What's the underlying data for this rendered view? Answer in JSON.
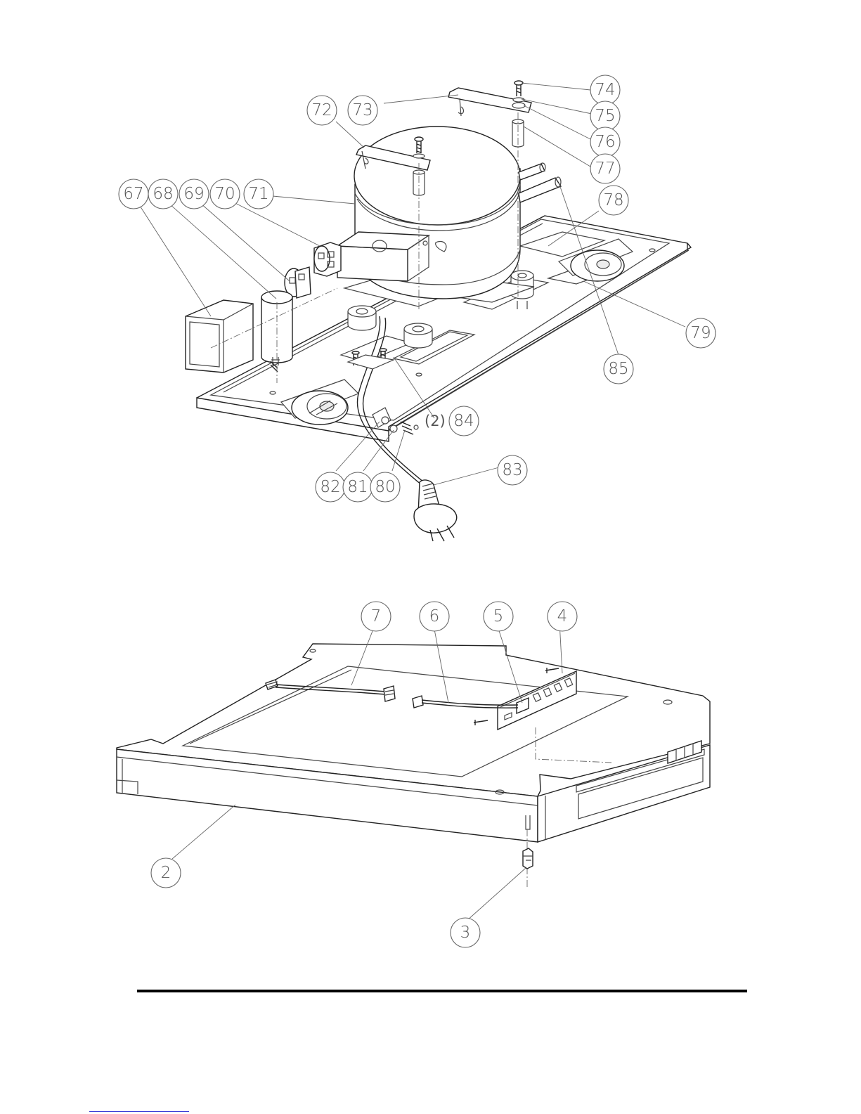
{
  "upper_assembly": {
    "balloons": [
      {
        "id": "b67",
        "label": "67"
      },
      {
        "id": "b68",
        "label": "68"
      },
      {
        "id": "b69",
        "label": "69"
      },
      {
        "id": "b70",
        "label": "70"
      },
      {
        "id": "b71",
        "label": "71"
      },
      {
        "id": "b72",
        "label": "72"
      },
      {
        "id": "b73",
        "label": "73"
      },
      {
        "id": "b74",
        "label": "74"
      },
      {
        "id": "b75",
        "label": "75"
      },
      {
        "id": "b76",
        "label": "76"
      },
      {
        "id": "b77",
        "label": "77"
      },
      {
        "id": "b78",
        "label": "78"
      },
      {
        "id": "b79",
        "label": "79"
      },
      {
        "id": "b85",
        "label": "85"
      },
      {
        "id": "b84",
        "label": "84"
      },
      {
        "id": "b83",
        "label": "83"
      },
      {
        "id": "b82",
        "label": "82"
      },
      {
        "id": "b81",
        "label": "81"
      },
      {
        "id": "b80",
        "label": "80"
      }
    ],
    "qty_84": "(2)"
  },
  "lower_assembly": {
    "balloons": [
      {
        "id": "b7",
        "label": "7"
      },
      {
        "id": "b6",
        "label": "6"
      },
      {
        "id": "b5",
        "label": "5"
      },
      {
        "id": "b4",
        "label": "4"
      },
      {
        "id": "b2",
        "label": "2"
      },
      {
        "id": "b3",
        "label": "3"
      }
    ]
  }
}
